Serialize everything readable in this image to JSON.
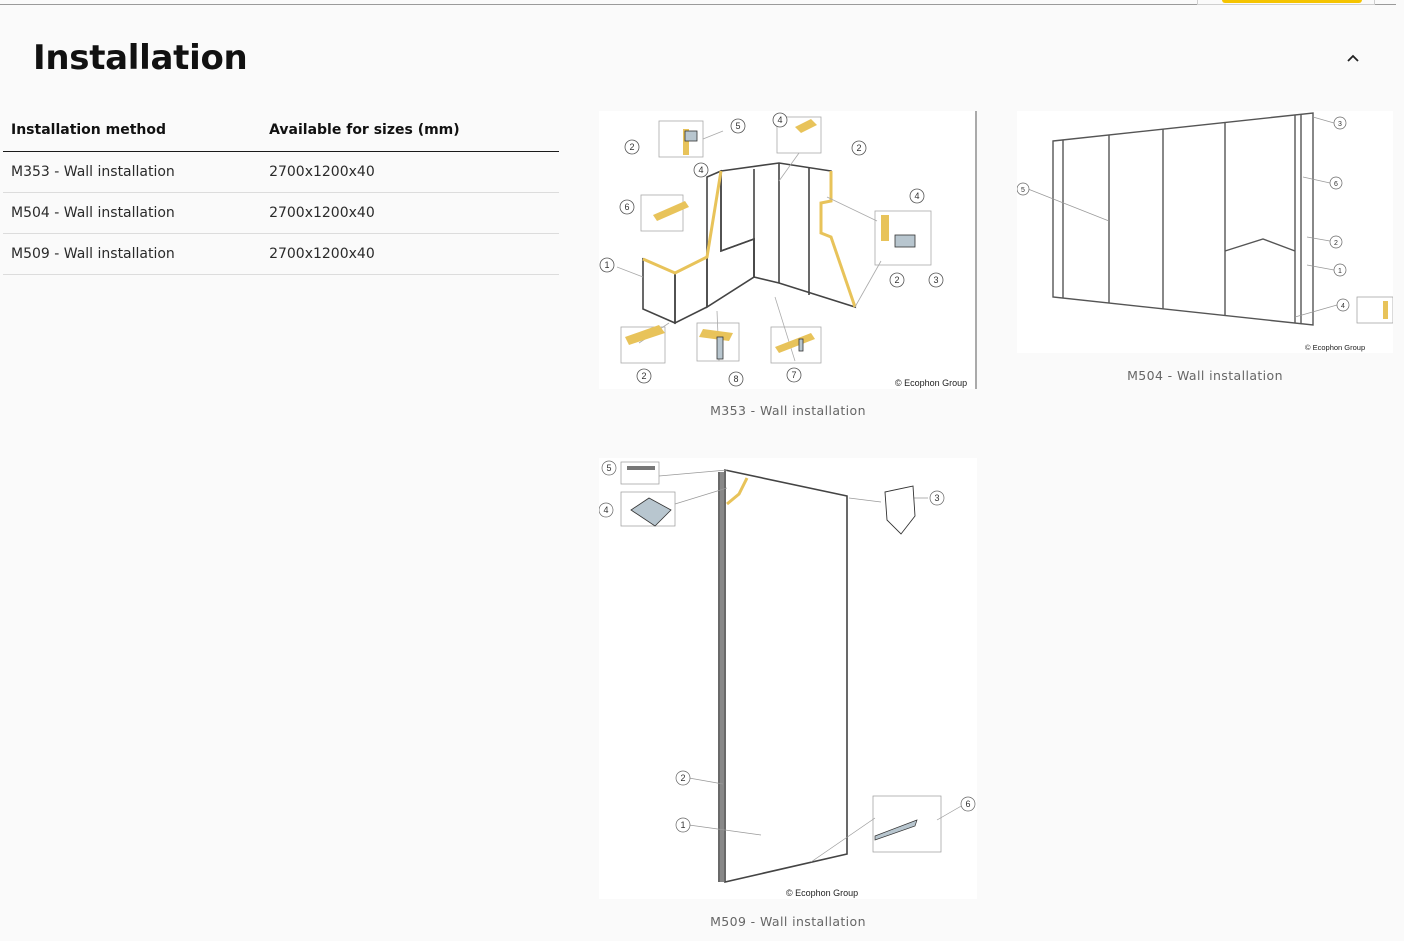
{
  "section": {
    "title": "Installation",
    "toggle_icon": "chevron-up-icon"
  },
  "table": {
    "headers": [
      "Installation method",
      "Available for sizes (mm)"
    ],
    "rows": [
      [
        "M353 - Wall installation",
        "2700x1200x40"
      ],
      [
        "M504 - Wall installation",
        "2700x1200x40"
      ],
      [
        "M509 - Wall installation",
        "2700x1200x40"
      ]
    ]
  },
  "figures": [
    {
      "caption": "M353 - Wall installation",
      "credit": "© Ecophon Group"
    },
    {
      "caption": "M504 - Wall installation",
      "credit": "© Ecophon Group"
    },
    {
      "caption": "M509 - Wall installation",
      "credit": "© Ecophon Group"
    }
  ],
  "colors": {
    "accent": "#f5c400",
    "profile_yellow": "#e8c35a"
  }
}
